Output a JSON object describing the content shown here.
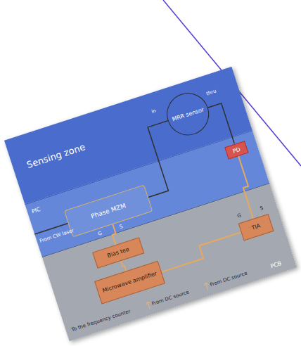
{
  "diagram": {
    "nodes": [
      {
        "text": [
          "Sensing zone"
        ]
      },
      {
        "text": [
          "MRR sensor"
        ],
        "in": 0
      },
      {
        "text": [
          "PIC"
        ]
      },
      {
        "text": [
          "Phase MZM"
        ],
        "in": 2
      },
      {
        "text": [
          "PD"
        ],
        "in": 2
      },
      {
        "text": [
          "PCB"
        ]
      },
      {
        "text": [
          "Bias tee"
        ],
        "in": 5
      },
      {
        "text": [
          "Microwave amplifier"
        ],
        "in": 5
      },
      {
        "text": [
          "TIA"
        ],
        "in": 5
      }
    ],
    "edges": [
      {
        "from": 3,
        "to": 1,
        "arrow": "none"
      },
      {
        "from": 1,
        "to": 4,
        "arrow": "none"
      },
      {
        "from": 4,
        "to": 8,
        "arrow": "none"
      },
      {
        "from": 6,
        "to": 3,
        "arrow": "none"
      },
      {
        "from": 7,
        "to": 6,
        "arrow": "none"
      },
      {
        "from": 8,
        "to": 7,
        "arrow": "none"
      }
    ],
    "labels": [
      "in",
      "thru",
      "From CW laser",
      "G",
      "S",
      "G",
      "S",
      "To the frequency counter",
      "From DC source",
      "From DC source"
    ]
  }
}
